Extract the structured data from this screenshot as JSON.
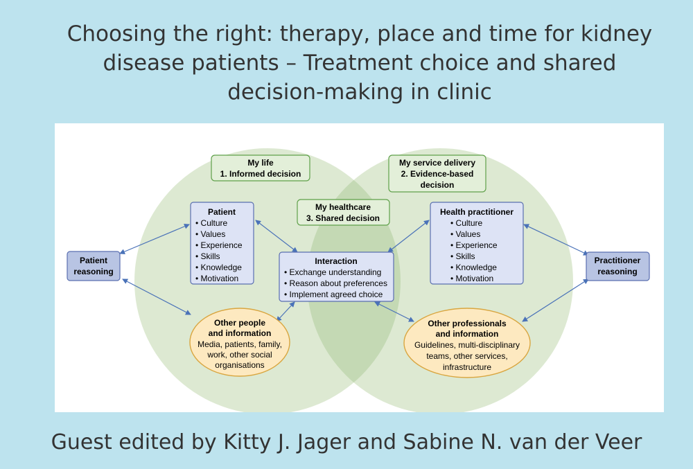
{
  "page": {
    "title_lines": [
      "Choosing the right: therapy, place and time for kidney",
      "disease patients – Treatment choice and shared",
      "decision-making in clinic"
    ],
    "editors": "Guest edited by Kitty J. Jager and Sabine N. van der Veer"
  },
  "diagram": {
    "green_boxes": {
      "my_life": [
        "My life",
        "1. Informed decision"
      ],
      "service_delivery": [
        "My service delivery",
        "2. Evidence-based",
        "decision"
      ],
      "healthcare": [
        "My healthcare",
        "3. Shared decision"
      ]
    },
    "patient": {
      "title": "Patient",
      "items": [
        "• Culture",
        "• Values",
        "• Experience",
        "• Skills",
        "• Knowledge",
        "• Motivation"
      ]
    },
    "health_practitioner": {
      "title": "Health practitioner",
      "items": [
        "• Culture",
        "• Values",
        "• Experience",
        "• Skills",
        "• Knowledge",
        "• Motivation"
      ]
    },
    "interaction": {
      "title": "Interaction",
      "items": [
        "• Exchange understanding",
        "• Reason about preferences",
        "• Implement agreed choice"
      ]
    },
    "patient_reasoning": [
      "Patient",
      "reasoning"
    ],
    "practitioner_reasoning": [
      "Practitioner",
      "reasoning"
    ],
    "other_people": {
      "title": [
        "Other people",
        "and information"
      ],
      "body": [
        "Media, patients, family,",
        "work, other social",
        "organisations"
      ]
    },
    "other_professionals": {
      "title": [
        "Other professionals",
        "and information"
      ],
      "body": [
        "Guidelines, multi-disciplinary",
        "teams, other services,",
        "infrastructure"
      ]
    },
    "colors": {
      "background": "#bde3ee",
      "circle_fill": "#dde9d2",
      "overlap_fill": "#c4d9b4",
      "green_box_fill": "#e3efd9",
      "green_box_stroke": "#5fa04a",
      "blue_box_fill": "#dde3f5",
      "blue_box_stroke": "#5a6fb0",
      "reasoning_fill": "#b8c4e3",
      "ellipse_fill": "#fde9c0",
      "ellipse_stroke": "#d9a640",
      "arrow": "#4a72b8"
    }
  }
}
